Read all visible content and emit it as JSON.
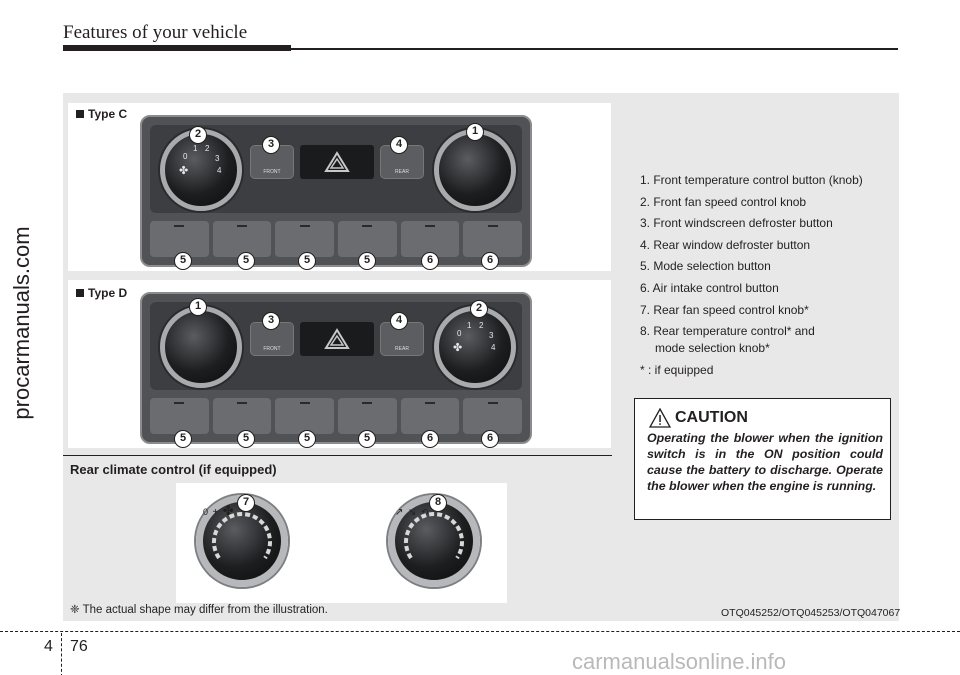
{
  "header": {
    "title": "Features of your vehicle"
  },
  "type_c": {
    "label": "Type C",
    "callouts_top": [
      "2",
      "3",
      "4",
      "1"
    ],
    "callouts_bottom": [
      "5",
      "5",
      "5",
      "5",
      "6",
      "6"
    ],
    "front_label": "FRONT",
    "rear_label": "REAR",
    "dial_ticks": [
      "0",
      "1",
      "2",
      "3",
      "4"
    ]
  },
  "type_d": {
    "label": "Type D",
    "callouts_top": [
      "1",
      "3",
      "4",
      "2"
    ],
    "callouts_bottom": [
      "5",
      "5",
      "5",
      "5",
      "6",
      "6"
    ],
    "front_label": "FRONT",
    "rear_label": "REAR",
    "dial_ticks": [
      "0",
      "1",
      "2",
      "3",
      "4"
    ]
  },
  "legend": {
    "items": [
      "1. Front temperature control button (knob)",
      "2. Front fan speed control knob",
      "3. Front windscreen defroster button",
      "4. Rear window defroster button",
      "5. Mode selection button",
      "6. Air intake control button",
      "7. Rear fan speed control knob*",
      "8. Rear temperature control* and",
      "mode selection knob*",
      "* : if equipped"
    ]
  },
  "caution": {
    "title": "CAUTION",
    "body": "Operating the blower when the ignition switch is in the ON position could cause the battery to discharge. Operate the blower when the engine is running."
  },
  "rear_climate": {
    "title": "Rear climate control (if equipped)",
    "callouts": [
      "7",
      "8"
    ],
    "knob7_marks": {
      "zero": "0",
      "plus": "+"
    }
  },
  "note": "❈ The actual shape may differ from the illustration.",
  "image_codes": "OTQ045252/OTQ045253/OTQ047067",
  "footer": {
    "section": "4",
    "page": "76"
  },
  "watermarks": {
    "side": "procarmanuals.com",
    "bottom": "carmanualsonline.info"
  },
  "colors": {
    "panel_bg": "#e8e8e9",
    "text": "#231f20",
    "watermark_gray": "#b9b9b9"
  }
}
